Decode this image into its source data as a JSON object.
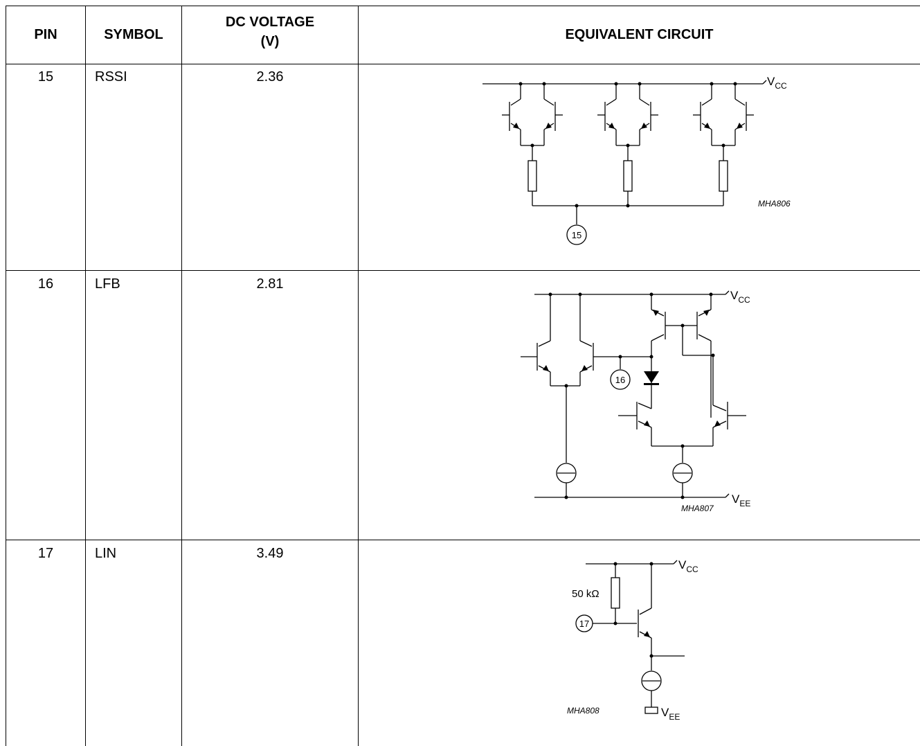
{
  "header": {
    "pin": "PIN",
    "symbol": "SYMBOL",
    "dc_voltage_line1": "DC VOLTAGE",
    "dc_voltage_line2": "(V)",
    "equivalent_circuit": "EQUIVALENT CIRCUIT"
  },
  "rows": [
    {
      "pin": "15",
      "symbol": "RSSI",
      "voltage": "2.36",
      "circuit": {
        "code": "MHA806",
        "supply_v": "V",
        "supply_sub": "CC",
        "pin_label": "15"
      }
    },
    {
      "pin": "16",
      "symbol": "LFB",
      "voltage": "2.81",
      "circuit": {
        "code": "MHA807",
        "supply_v": "V",
        "supply_sub": "CC",
        "ground_v": "V",
        "ground_sub": "EE",
        "pin_label": "16"
      }
    },
    {
      "pin": "17",
      "symbol": "LIN",
      "voltage": "3.49",
      "circuit": {
        "code": "MHA808",
        "supply_v": "V",
        "supply_sub": "CC",
        "ground_v": "V",
        "ground_sub": "EE",
        "pin_label": "17",
        "resistor_label": "50 kΩ"
      }
    }
  ]
}
